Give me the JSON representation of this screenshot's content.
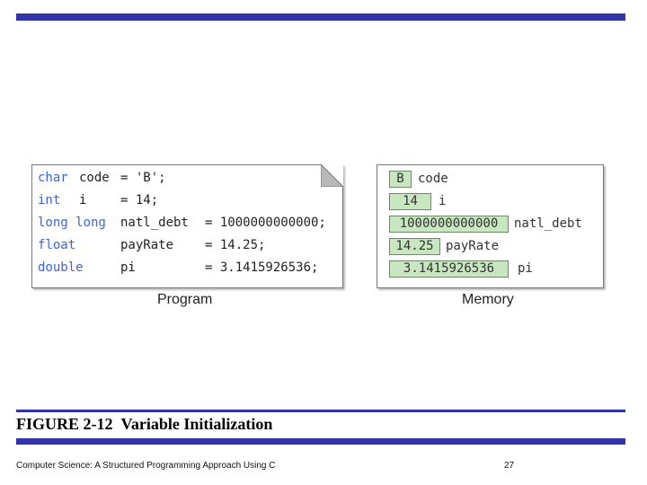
{
  "program": {
    "caption": "Program",
    "lines": [
      {
        "type": "char",
        "name": "code",
        "init": "= 'B';"
      },
      {
        "type": "int",
        "name": "i",
        "init": "= 14;"
      },
      {
        "type": "long long",
        "name": "natl_debt",
        "init": "= 1000000000000;"
      },
      {
        "type": "float",
        "name": "payRate",
        "init": "= 14.25;"
      },
      {
        "type": "double",
        "name": "pi",
        "init": "= 3.1415926536;"
      }
    ]
  },
  "memory": {
    "caption": "Memory",
    "cells": [
      {
        "value": "B",
        "name": "code"
      },
      {
        "value": "14",
        "name": "i"
      },
      {
        "value": "1000000000000",
        "name": "natl_debt"
      },
      {
        "value": "14.25",
        "name": "payRate"
      },
      {
        "value": "3.1415926536",
        "name": "pi"
      }
    ]
  },
  "figure": {
    "number": "FIGURE 2-12",
    "title": "Variable Initialization"
  },
  "footer": {
    "book": "Computer Science: A Structured Programming Approach Using C",
    "page": "27"
  },
  "colors": {
    "accent_bar": "#3333aa",
    "keyword": "#3d63d8",
    "memory_cell": "#c8e6c0"
  }
}
